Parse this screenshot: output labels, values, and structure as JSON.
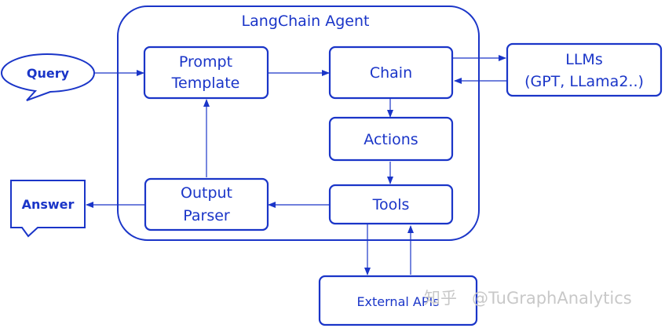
{
  "title": "LangChain Agent",
  "nodes": {
    "query": "Query",
    "prompt_template": [
      "Prompt",
      "Template"
    ],
    "chain": "Chain",
    "llms": [
      "LLMs",
      "(GPT, LLama2..)"
    ],
    "actions": "Actions",
    "tools": "Tools",
    "output_parser": [
      "Output",
      "Parser"
    ],
    "answer": "Answer",
    "external_api": "External APIs"
  },
  "watermark": {
    "glyph": "知乎",
    "text": "@TuGraphAnalytics"
  },
  "colors": {
    "accent": "#1a35c8",
    "watermark": "#c8c8c8"
  }
}
